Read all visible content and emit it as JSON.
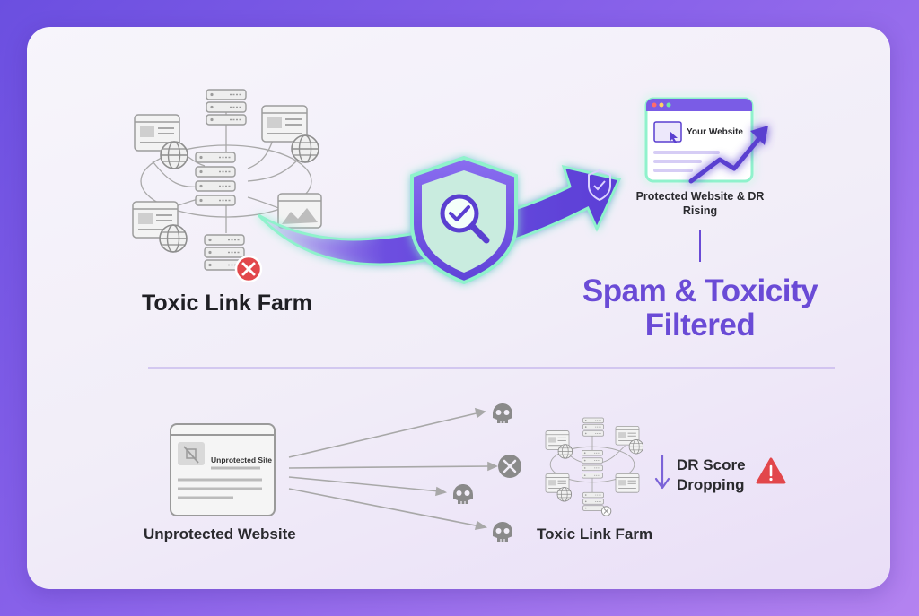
{
  "top": {
    "farm_label": "Toxic Link Farm",
    "website_window_title": "Your Website",
    "protected_label": "Protected Website & DR Rising",
    "headline": "Spam & Toxicity Filtered"
  },
  "bottom": {
    "unprotected_window_title": "Unprotected Site",
    "unprotected_label": "Unprotected Website",
    "farm_label": "Toxic Link Farm",
    "dr_label": "DR Score Dropping"
  },
  "colors": {
    "accent": "#6a4bd6",
    "glow": "#7ff0c8",
    "danger": "#e2474b",
    "muted": "#9a9a9a"
  },
  "icons": [
    "server-icon",
    "globe-icon",
    "shield-check-icon",
    "magnifier-icon",
    "skull-icon",
    "x-circle-icon",
    "warning-icon",
    "arrow-down-icon",
    "trend-up-icon"
  ]
}
